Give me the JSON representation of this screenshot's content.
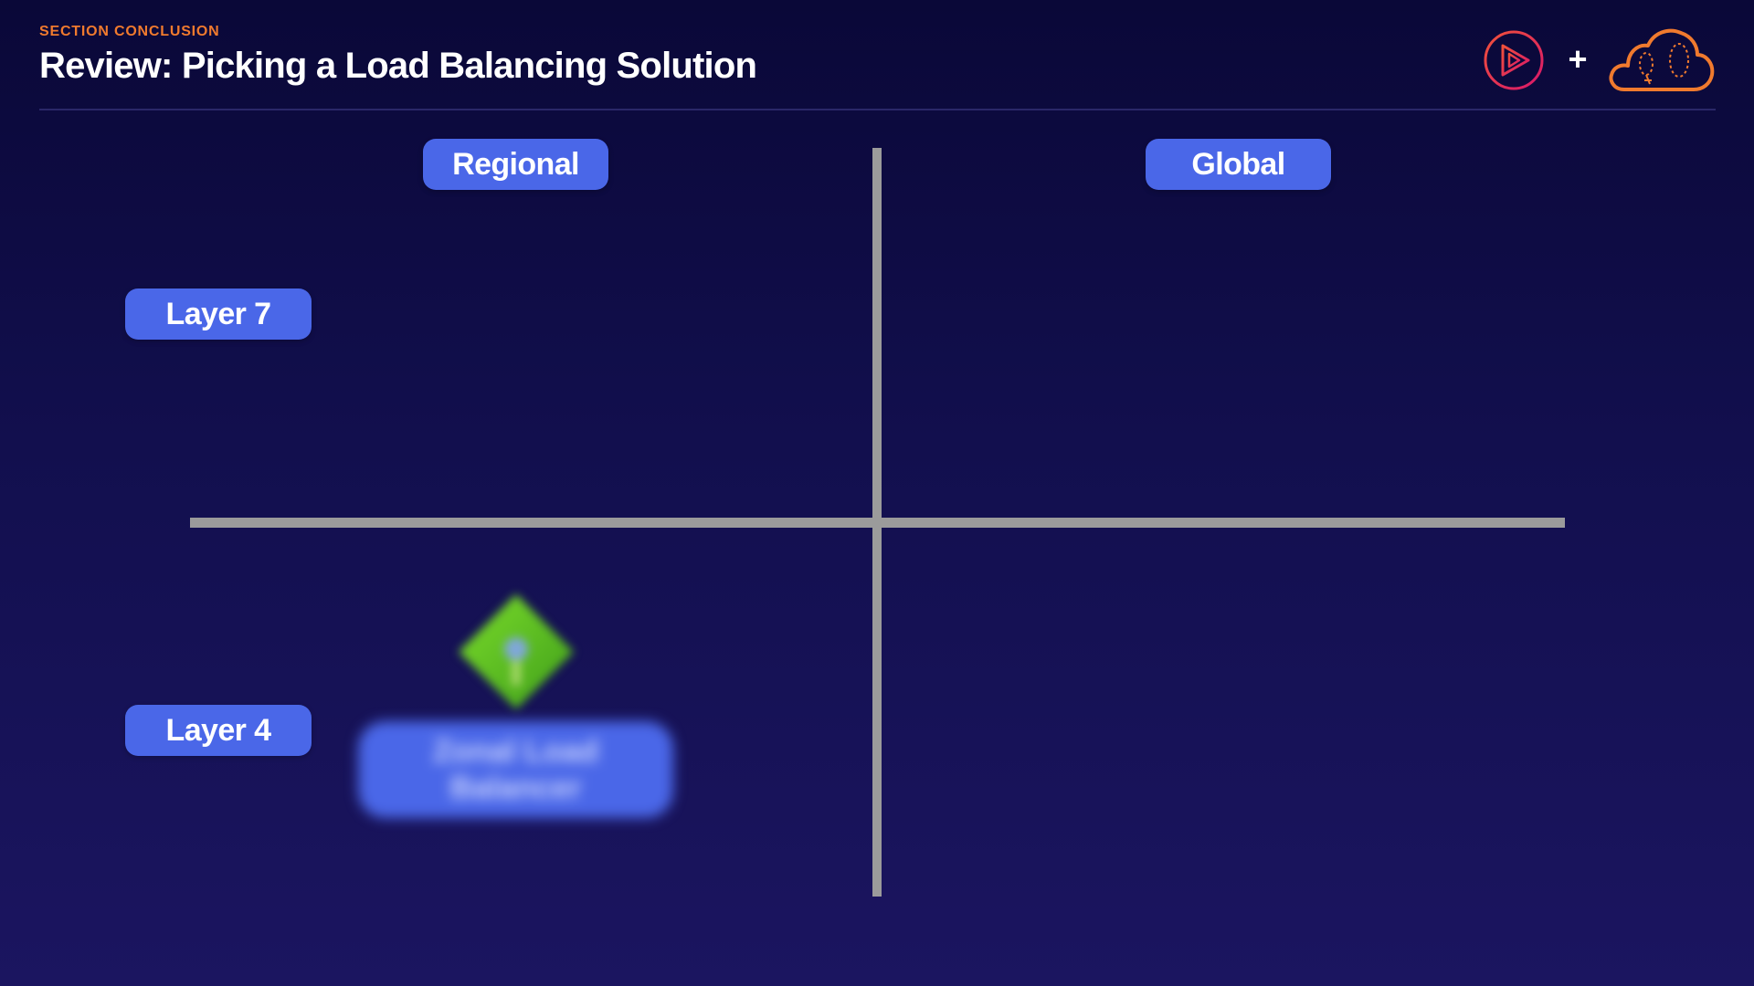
{
  "header": {
    "section_label": "SECTION CONCLUSION",
    "title": "Review: Picking a Load Balancing Solution"
  },
  "branding": {
    "plus_symbol": "+",
    "logo_left_icon": "play-logo-icon",
    "logo_right_icon": "cloud-logo-icon",
    "logo_left_color": "#e0245e",
    "logo_right_color": "#f07a2e"
  },
  "quadrant": {
    "column_labels": [
      "Regional",
      "Global"
    ],
    "row_labels": [
      "Layer 7",
      "Layer 4"
    ],
    "label_color": "#4a67e8",
    "axis_color": "#9b9b9b"
  },
  "item": {
    "icon": "network-load-balancer-diamond-icon",
    "label_line1": "Zonal Load",
    "label_line2": "Balancer",
    "quadrant": "Regional / Layer 4",
    "blurred": true
  },
  "colors": {
    "background_top": "#0a0838",
    "background_bottom": "#1b1560",
    "accent": "#f07a2e"
  }
}
